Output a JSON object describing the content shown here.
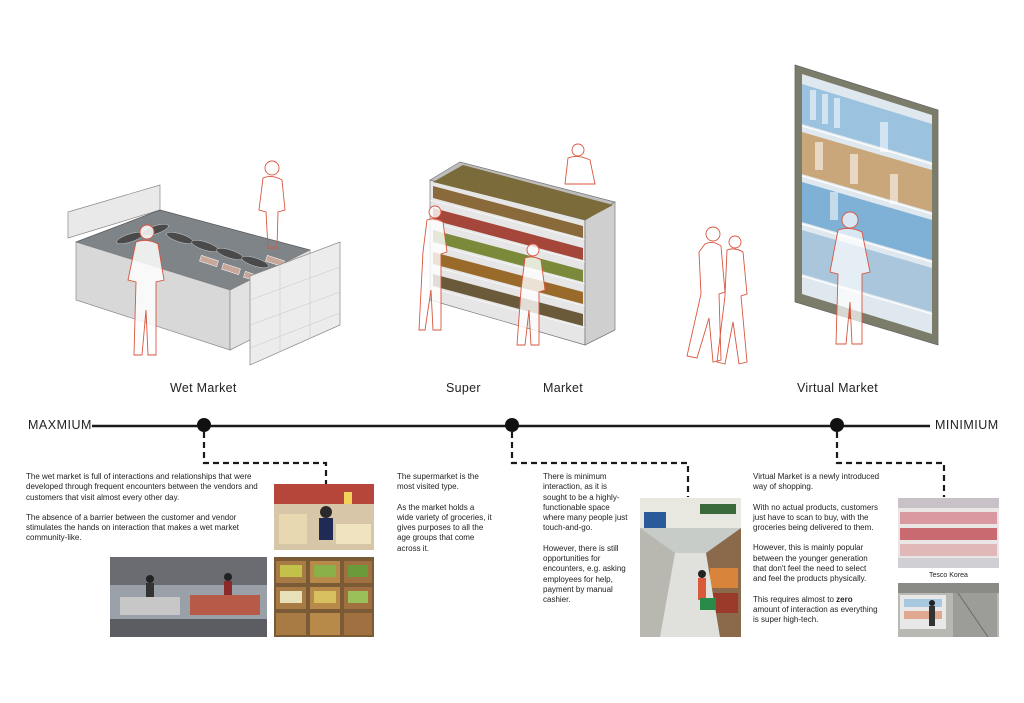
{
  "timeline": {
    "left_label": "MAXMIUM",
    "right_label": "MINIMIUM"
  },
  "markets": [
    {
      "title": "Wet Market",
      "paragraphs": [
        "The wet market is full of interactions and relationships that were developed through frequent encounters between the vendors and customers that visit almost every other day.",
        "The absence of a barrier between the customer and vendor stimulates the hands on interaction that makes a wet market community-like."
      ]
    },
    {
      "title_part1": "Super",
      "title_part2": "Market",
      "intro_paragraphs": [
        "The supermarket is the most visited type.",
        "As the market holds a wide variety of groceries, it gives purposes to all the age groups that come across it."
      ],
      "paragraphs": [
        "There is minimum interaction, as it is sought to be a highly-functionable space where many people just touch-and-go.",
        "However, there is still opportunities for encounters, e.g. asking employees for help, payment by manual cashier."
      ]
    },
    {
      "title": "Virtual Market",
      "paragraphs": [
        "Virtual Market is a newly introduced way of shopping.",
        "With no actual products, customers just have to scan to buy, with the groceries being delivered to them.",
        "However, this is mainly popular between the younger generation that don't feel the need to select and feel the products physically."
      ],
      "last_prefix": "This requires almost to ",
      "last_bold": "zero",
      "last_suffix": " amount of interaction as everything is super high-tech.",
      "photo_caption": "Tesco Korea"
    }
  ],
  "colors": {
    "line": "#1a1a1a",
    "figure_outline": "#d9553f"
  }
}
